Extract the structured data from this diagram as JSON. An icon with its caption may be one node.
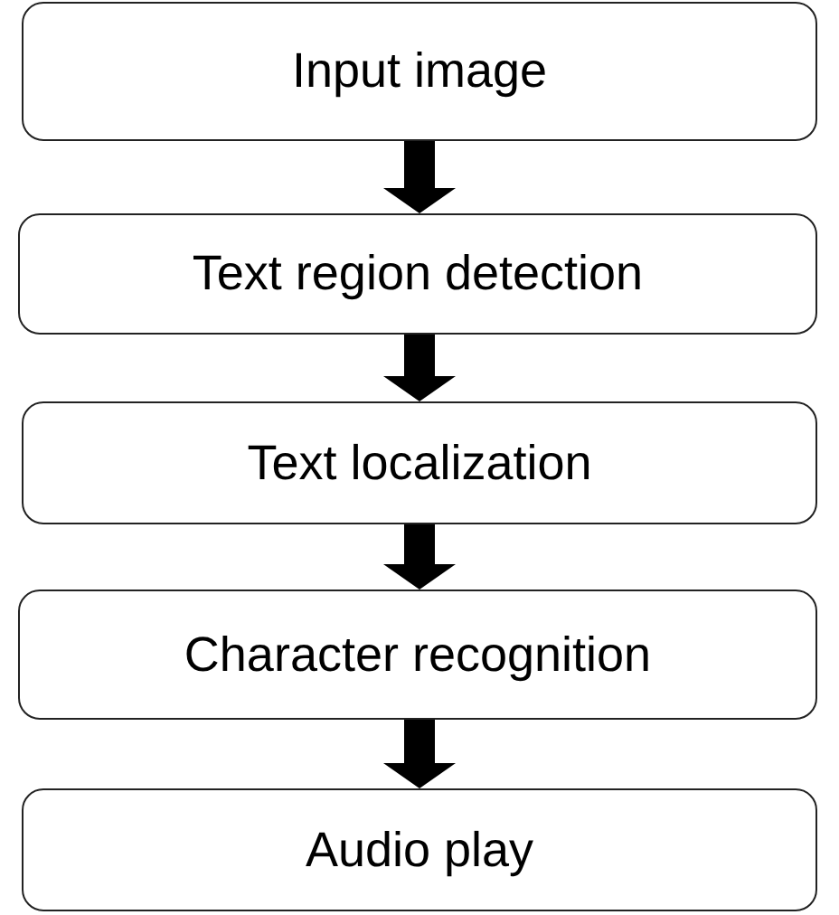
{
  "diagram": {
    "nodes": [
      {
        "text": [
          "Input image"
        ]
      },
      {
        "text": [
          "Text region detection"
        ]
      },
      {
        "text": [
          "Text localization"
        ]
      },
      {
        "text": [
          "Character recognition"
        ]
      },
      {
        "text": [
          "Audio play"
        ]
      }
    ],
    "edges": [
      {
        "from": 0,
        "to": 1,
        "arrow": "to"
      },
      {
        "from": 1,
        "to": 2,
        "arrow": "to"
      },
      {
        "from": 2,
        "to": 3,
        "arrow": "to"
      },
      {
        "from": 3,
        "to": 4,
        "arrow": "to"
      }
    ]
  }
}
